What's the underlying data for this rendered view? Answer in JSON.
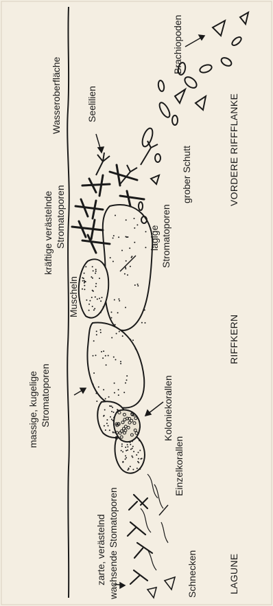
{
  "labels": {
    "wasseroberflaeche": "Wasseroberfläche",
    "brachiopoden": "Brachiopoden",
    "seelilien": "Seelilien",
    "grober_schutt": "grober Schutt",
    "vordere_riffflanke": "VORDERE RIFFFLANKE",
    "kraeftige_1": "kräftige verästelnde",
    "kraeftige_2": "Stromatoporen",
    "lagige_1": "lagige",
    "lagige_2": "Stromatoporen",
    "muscheln": "Muscheln",
    "riffkern": "RIFFKERN",
    "massige_1": "massige, kugelige",
    "massige_2": "Stromatoporen",
    "koloniekorallen": "Koloniekorallen",
    "einzelkorallen": "Einzelkorallen",
    "zarte_1": "zarte, verästelnd",
    "zarte_2": "wachsende Stomatoporen",
    "schnecken": "Schnecken",
    "lagune": "LAGUNE"
  },
  "colors": {
    "background": "#f4eee2",
    "ink": "#1a1a1a"
  }
}
